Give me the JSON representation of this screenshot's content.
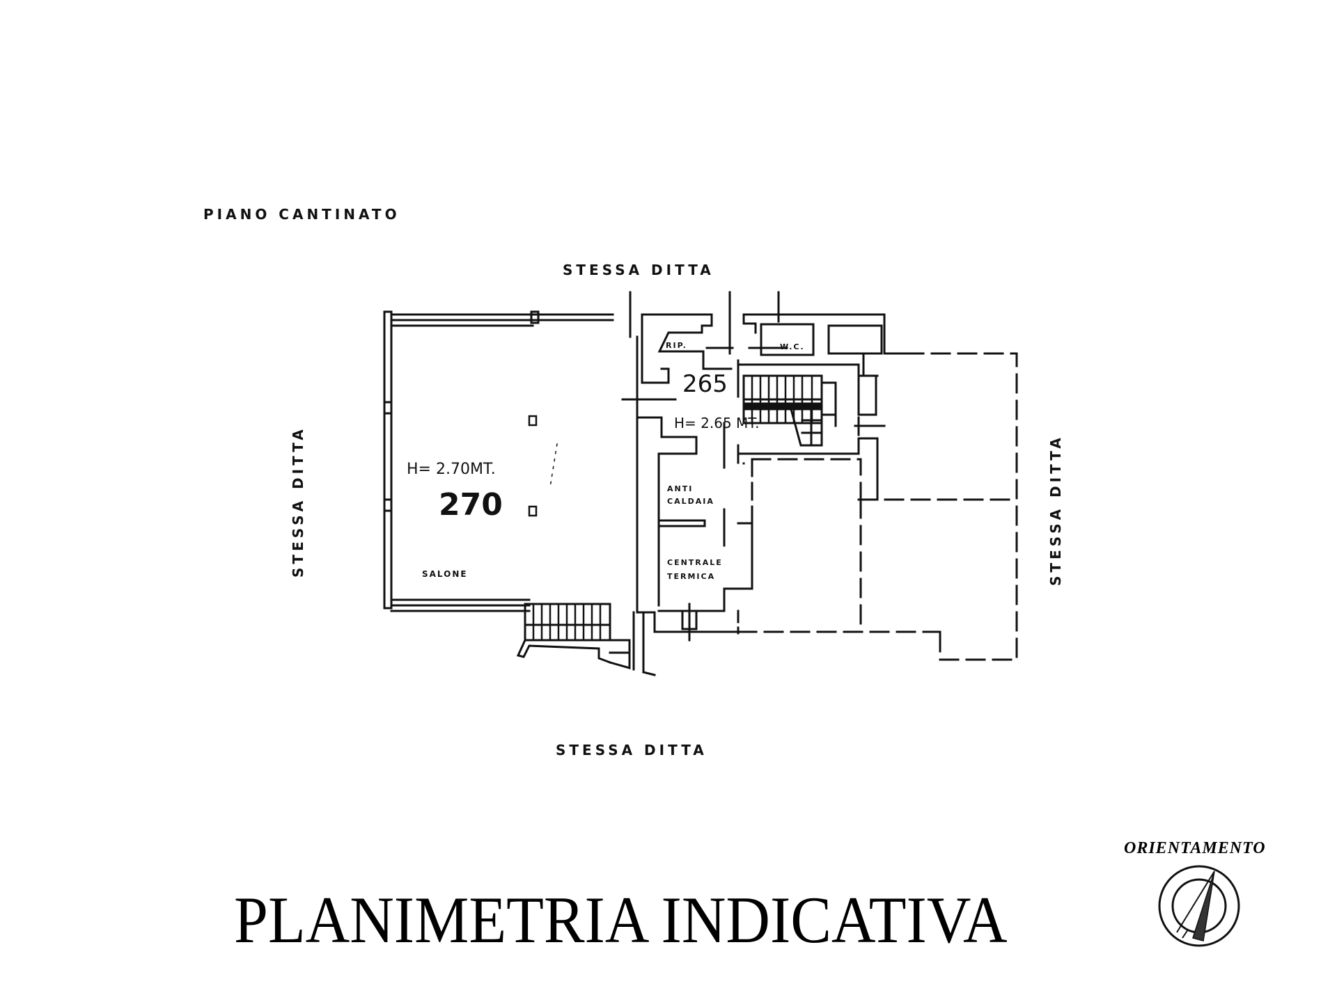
{
  "document": {
    "title": "PLANIMETRIA INDICATIVA",
    "floor_label": "PIANO CANTINATO",
    "orientation_label": "ORIENTAMENTO"
  },
  "boundaries": {
    "top": "STESSA DITTA",
    "bottom": "STESSA DITTA",
    "left": "STESSA DITTA",
    "right": "STESSA DITTA"
  },
  "rooms": [
    {
      "name": "SALONE",
      "height_note": "H= 2.70mt.",
      "height_value": "270"
    },
    {
      "name": "RIP.",
      "height_note": "",
      "height_value": ""
    },
    {
      "name": "W.C.",
      "height_note": "",
      "height_value": ""
    },
    {
      "name": "ANTI CALDAIA",
      "height_note": "",
      "height_value": ""
    },
    {
      "name": "CENTRALE TERMICA",
      "height_note": "",
      "height_value": ""
    }
  ],
  "corridor": {
    "height_note": "H= 2.65 mt.",
    "height_value": "265"
  },
  "anti_caldaia": {
    "line1": "ANTI",
    "line2": "CALDAIA"
  },
  "centrale_termica": {
    "line1": "CENTRALE",
    "line2": "TERMICA"
  },
  "colors": {
    "ink": "#111111",
    "paper": "#ffffff"
  }
}
